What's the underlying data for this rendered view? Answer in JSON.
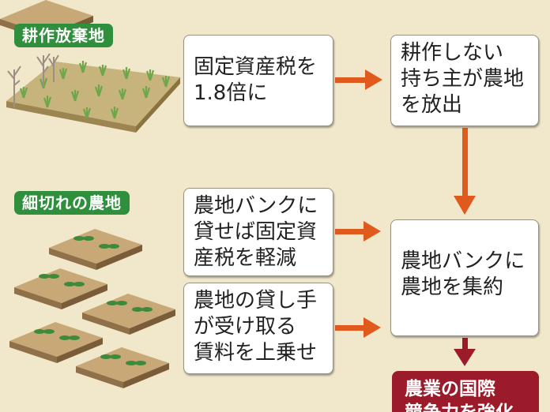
{
  "labels": {
    "abandoned": "耕作放棄地",
    "fragmented": "細切れの農地"
  },
  "boxes": {
    "tax_rate": "固定資産税を\n1.8倍に",
    "owner_release": "耕作しない\n持ち主が農地\nを放出",
    "bank_tax_cut": "農地バンクに\n貸せば固定資\n産税を軽減",
    "rent_bonus": "農地の貸し手\nが受け取る\n賃料を上乗せ",
    "consolidate": "農地バンクに\n農地を集約",
    "result": "農業の国際\n競争力を強化"
  },
  "colors": {
    "background": "#f1e8cc",
    "label_green": "#2f8f3c",
    "arrow_orange": "#e05a1e",
    "arrow_red": "#9b1b2a",
    "result_red": "#9b1b2a"
  }
}
